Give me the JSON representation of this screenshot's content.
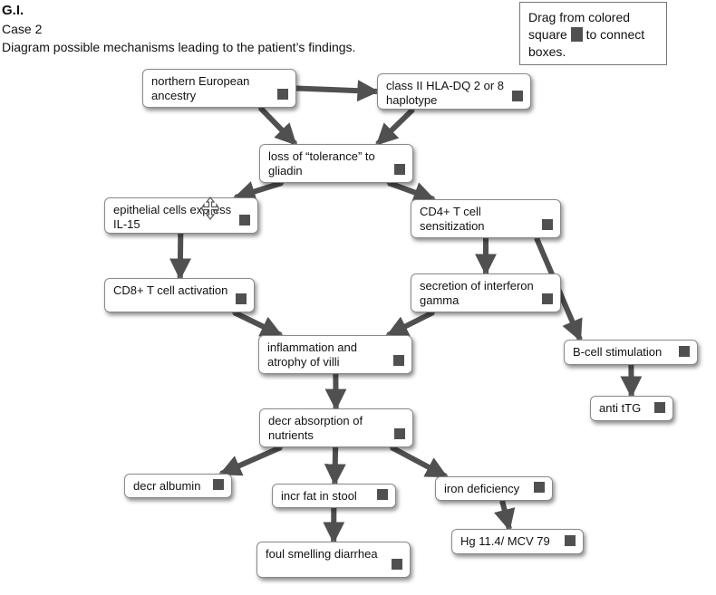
{
  "header": {
    "title": "G.I.",
    "case_label": "Case 2",
    "instruction": "Diagram possible mechanisms leading to the patient’s findings."
  },
  "help_box": {
    "text_before": "Drag from colored square",
    "text_after": "to connect boxes."
  },
  "colors": {
    "arrow": "#505050",
    "handle": "#505050",
    "box_border": "#8a8a8a"
  },
  "boxes": [
    {
      "id": "northern",
      "label": "northern European ancestry"
    },
    {
      "id": "hla",
      "label": "class II HLA-DQ 2 or 8 haplotype"
    },
    {
      "id": "tolerance",
      "label": "loss of “tolerance” to gliadin"
    },
    {
      "id": "epithelial",
      "label": "epithelial cells express IL-15"
    },
    {
      "id": "cd4",
      "label": "CD4+ T cell sensitization"
    },
    {
      "id": "cd8",
      "label": "CD8+ T cell activation"
    },
    {
      "id": "interferon",
      "label": "secretion of interferon gamma"
    },
    {
      "id": "inflammation",
      "label": "inflammation and atrophy of villi"
    },
    {
      "id": "bcell",
      "label": "B-cell stimulation"
    },
    {
      "id": "antitTG",
      "label": "anti tTG"
    },
    {
      "id": "absorption",
      "label": "decr absorption of nutrients"
    },
    {
      "id": "albumin",
      "label": "decr albumin"
    },
    {
      "id": "fat",
      "label": "incr fat in stool"
    },
    {
      "id": "iron",
      "label": "iron deficiency"
    },
    {
      "id": "hg",
      "label": "Hg 11.4/ MCV 79"
    },
    {
      "id": "diarrhea",
      "label": "foul smelling diarrhea"
    }
  ],
  "connections": [
    {
      "from": "northern",
      "to": "hla"
    },
    {
      "from": "northern",
      "to": "tolerance"
    },
    {
      "from": "hla",
      "to": "tolerance"
    },
    {
      "from": "tolerance",
      "to": "epithelial"
    },
    {
      "from": "tolerance",
      "to": "cd4"
    },
    {
      "from": "epithelial",
      "to": "cd8"
    },
    {
      "from": "cd4",
      "to": "interferon"
    },
    {
      "from": "cd4",
      "to": "bcell"
    },
    {
      "from": "cd8",
      "to": "inflammation"
    },
    {
      "from": "interferon",
      "to": "inflammation"
    },
    {
      "from": "bcell",
      "to": "antitTG"
    },
    {
      "from": "inflammation",
      "to": "absorption"
    },
    {
      "from": "absorption",
      "to": "albumin"
    },
    {
      "from": "absorption",
      "to": "fat"
    },
    {
      "from": "absorption",
      "to": "iron"
    },
    {
      "from": "fat",
      "to": "diarrhea"
    },
    {
      "from": "iron",
      "to": "hg"
    }
  ]
}
